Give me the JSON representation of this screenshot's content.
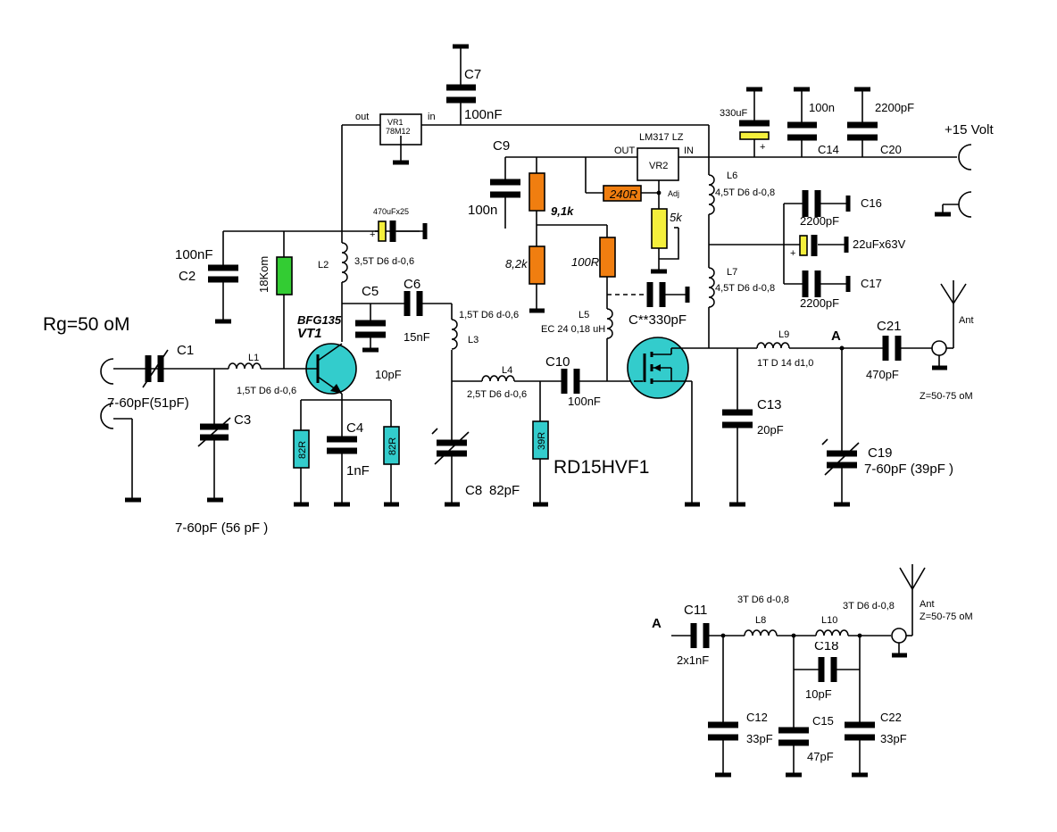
{
  "labels": {
    "rg": "Rg=50 oM",
    "c1": "C1",
    "c1_val": "7-60pF(51pF)",
    "c3": "C3",
    "c3_val": "7-60pF (56 pF )",
    "l1": "L1",
    "l1_spec": "1,5T D6 d-0,6",
    "c2": "C2",
    "c2_val": "100nF",
    "r18k": "18Kom",
    "l2": "L2",
    "l2_spec": "3,5T D6 d-0,6",
    "c470": "470uFx25",
    "vt1_type": "BFG135",
    "vt1": "VT1",
    "c5": "C5",
    "c5_val": "10pF",
    "c6": "C6",
    "c6_val": "15nF",
    "c4": "C4",
    "c4_val": "1nF",
    "r82a": "82R",
    "r82b": "82R",
    "l3": "L3",
    "l3_spec": "1,5T D6 d-0,6",
    "c8": "C8",
    "c8_val": "82pF",
    "l4": "L4",
    "l4_spec": "2,5T D6 d-0,6",
    "c10": "C10",
    "c10_val": "100nF",
    "r39": "39R",
    "mosfet": "RD15HVF1",
    "vr1_out": "out",
    "vr1_in": "in",
    "vr1": "VR1",
    "vr1_type": "78M12",
    "c7": "C7",
    "c7_val": "100nF",
    "c9": "C9",
    "c9_val": "100n",
    "r91k": "9,1k",
    "r82k": "8,2k",
    "r100": "100R",
    "r240": "240R",
    "r5k": "5k",
    "lm317": "LM317 LZ",
    "vr2": "VR2",
    "vr2_out": "OUT",
    "vr2_in": "IN",
    "vr2_adj": "Adj",
    "l5": "L5",
    "l5_spec": "EC 24 0,18 uH",
    "cstar": "C**330pF",
    "c330u": "330uF",
    "c14": "C14",
    "c14_val": "100n",
    "c20": "C20",
    "c20_val": "2200pF",
    "vcc": "+15 Volt",
    "l6": "L6",
    "l6_spec": "4,5T D6 d-0,8",
    "l7": "L7",
    "l7_spec": "4,5T D6 d-0,8",
    "c16": "C16",
    "c16_val": "2200pF",
    "c22u": "22uFx63V",
    "c17": "C17",
    "c17_val": "2200pF",
    "l9": "L9",
    "l9_spec": "1T  D 14 d1,0",
    "c13": "C13",
    "c13_val": "20pF",
    "node_a": "A",
    "c21": "C21",
    "c21_val": "470pF",
    "ant": "Ant",
    "z": "Z=50-75 oM",
    "c19": "C19",
    "c19_val": "7-60pF (39pF )",
    "a2": "A",
    "c11": "C11",
    "c11_val": "2x1nF",
    "l8": "L8",
    "l8_spec": "3T D6 d-0,8",
    "l10": "L10",
    "l10_spec": "3T D6 d-0,8",
    "c18": "C18",
    "c18_val": "10pF",
    "c12": "C12",
    "c12_val": "33pF",
    "c15": "C15",
    "c15_val": "47pF",
    "c22": "C22",
    "c22_val": "33pF",
    "ant2": "Ant",
    "z2": "Z=50-75 oM"
  },
  "colors": {
    "resistor_green": "#33cc33",
    "resistor_cyan": "#33cccc",
    "resistor_orange": "#f07e10",
    "cap_yellow": "#f4ef3c",
    "transistor_cyan": "#33cccc"
  }
}
